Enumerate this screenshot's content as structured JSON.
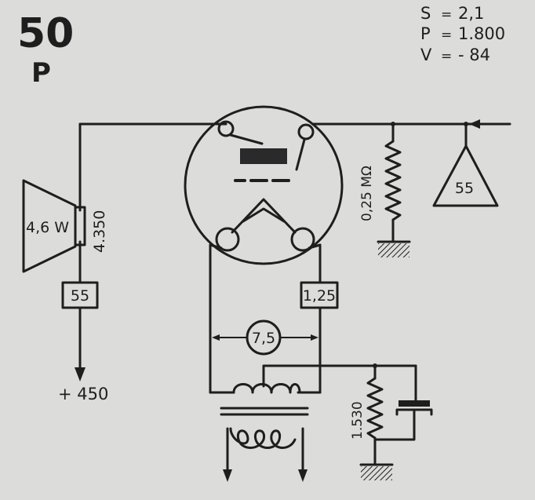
{
  "tube": {
    "number": "50",
    "letter": "P"
  },
  "params": {
    "s": {
      "symbol": "S",
      "eq": "=",
      "value": "2,1"
    },
    "p": {
      "symbol": "P",
      "eq": "=",
      "value": "1.800"
    },
    "v": {
      "symbol": "V",
      "eq": "=",
      "value": "- 84"
    }
  },
  "components": {
    "speaker_power": "4,6 W",
    "transformer_ohms": "4.350",
    "box_55": "55",
    "box_125": "1,25",
    "heater": "7,5",
    "grid_resistor": "0,25 MΩ",
    "cathode_resistor": "1.530",
    "driver_tube": "55",
    "supply": "+ 450"
  },
  "colors": {
    "background": "#dcdcdb",
    "ink": "#1e1e1e"
  }
}
